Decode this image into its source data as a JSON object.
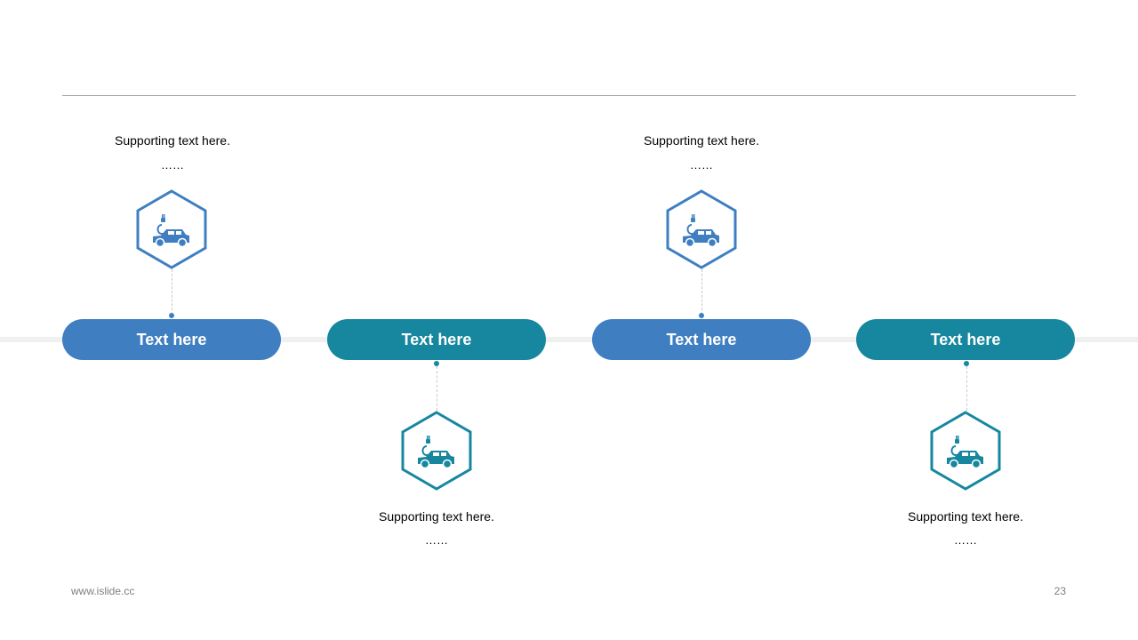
{
  "colors": {
    "blue": "#3f7fc1",
    "teal": "#16879f"
  },
  "steps": [
    {
      "label": "Text here",
      "support": "Supporting  text here.",
      "ellipsis": "……",
      "color": "blue",
      "icon": "electric-car-icon"
    },
    {
      "label": "Text here",
      "support": "Supporting  text here.",
      "ellipsis": "……",
      "color": "teal",
      "icon": "electric-car-icon"
    },
    {
      "label": "Text here",
      "support": "Supporting  text here.",
      "ellipsis": "……",
      "color": "blue",
      "icon": "electric-car-icon"
    },
    {
      "label": "Text here",
      "support": "Supporting  text here.",
      "ellipsis": "……",
      "color": "teal",
      "icon": "electric-car-icon"
    }
  ],
  "footer": {
    "url": "www.islide.cc",
    "page": "23"
  }
}
